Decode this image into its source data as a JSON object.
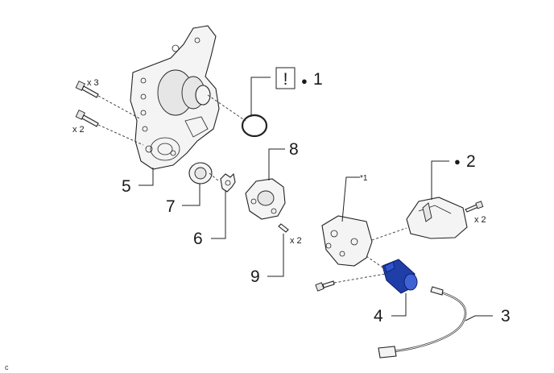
{
  "callouts": {
    "c1": "1",
    "c2": "2",
    "c3": "3",
    "c4": "4",
    "c5": "5",
    "c6": "6",
    "c7": "7",
    "c8": "8",
    "c9": "9"
  },
  "warning_symbol": "!",
  "bullet": "●",
  "quantities": {
    "bolts_top": "x 3",
    "bolts_lower": "x 2",
    "pins": "x 2",
    "screws_right": "x 2"
  },
  "notes": {
    "star1": "*1"
  },
  "corner_code": "c",
  "colors": {
    "highlight": "#1f3ea8",
    "line": "#222222"
  }
}
